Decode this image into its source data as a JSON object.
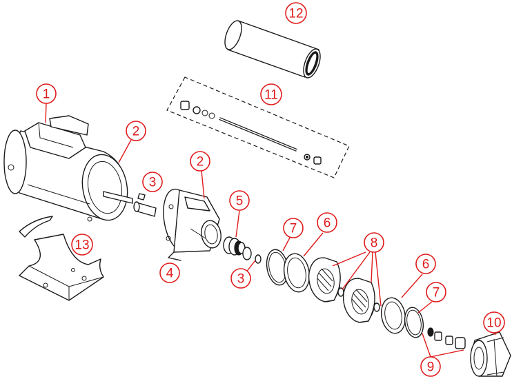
{
  "diagram": {
    "accent_color": "#e01b1b",
    "line_color": "#1a1a1a",
    "callouts": [
      {
        "id": "c1",
        "label": "1"
      },
      {
        "id": "c2a",
        "label": "2"
      },
      {
        "id": "c2b",
        "label": "2"
      },
      {
        "id": "c3a",
        "label": "3"
      },
      {
        "id": "c3b",
        "label": "3"
      },
      {
        "id": "c4",
        "label": "4"
      },
      {
        "id": "c5",
        "label": "5"
      },
      {
        "id": "c6a",
        "label": "6"
      },
      {
        "id": "c6b",
        "label": "6"
      },
      {
        "id": "c7a",
        "label": "7"
      },
      {
        "id": "c7b",
        "label": "7"
      },
      {
        "id": "c8",
        "label": "8"
      },
      {
        "id": "c9",
        "label": "9"
      },
      {
        "id": "c10",
        "label": "10"
      },
      {
        "id": "c11",
        "label": "11"
      },
      {
        "id": "c12",
        "label": "12"
      },
      {
        "id": "c13",
        "label": "13"
      }
    ]
  }
}
